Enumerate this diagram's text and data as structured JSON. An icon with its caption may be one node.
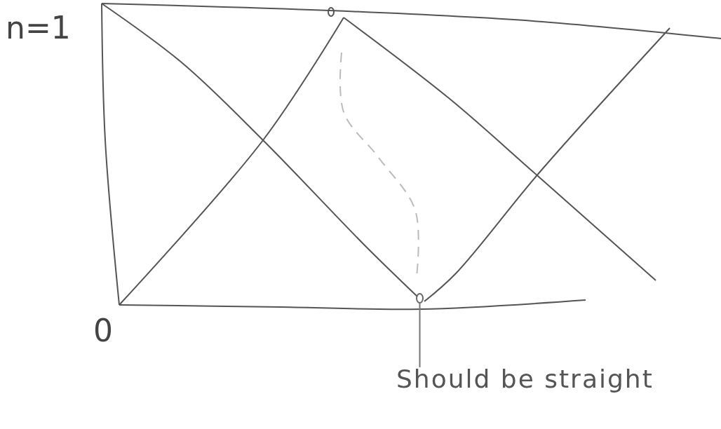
{
  "diagram": {
    "nodes": [
      {
        "text": [
          "Should be straight"
        ]
      },
      {
        "text": [],
        "shape": "circle"
      }
    ],
    "edges": [
      {
        "from": 0,
        "to": 1,
        "arrow": "none"
      }
    ],
    "labels": [
      "n=1",
      "0"
    ]
  }
}
